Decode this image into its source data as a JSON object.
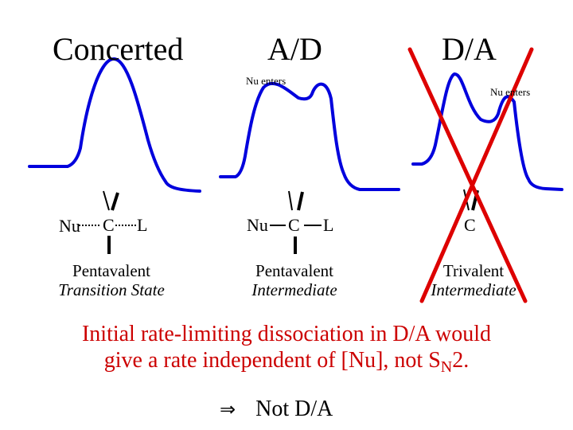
{
  "columns": {
    "concerted": {
      "title": "Concerted",
      "mech": {
        "nu": "Nu",
        "c": "C",
        "l": "L"
      },
      "label_line1": "Pentavalent",
      "label_line2": "Transition State"
    },
    "ad": {
      "title": "A/D",
      "nu_enters": "Nu enters",
      "mech": {
        "nu": "Nu",
        "c": "C",
        "l": "L"
      },
      "label_line1": "Pentavalent",
      "label_line2": "Intermediate"
    },
    "da": {
      "title": "D/A",
      "nu_enters": "Nu enters",
      "mech": {
        "c": "C"
      },
      "label_line1": "Trivalent",
      "label_line2": "Intermediate",
      "crossed_out": true
    }
  },
  "conclusion": {
    "line1": "Initial rate-limiting dissociation in D/A would",
    "line2_pre": "give a rate independent of [Nu], not S",
    "line2_sub": "N",
    "line2_post": "2.",
    "color": "#cc0000"
  },
  "final": {
    "arrow": "⇒",
    "text": "Not D/A"
  },
  "colors": {
    "curve": "#0000dd",
    "cross": "#dd0000",
    "text": "#000000"
  }
}
